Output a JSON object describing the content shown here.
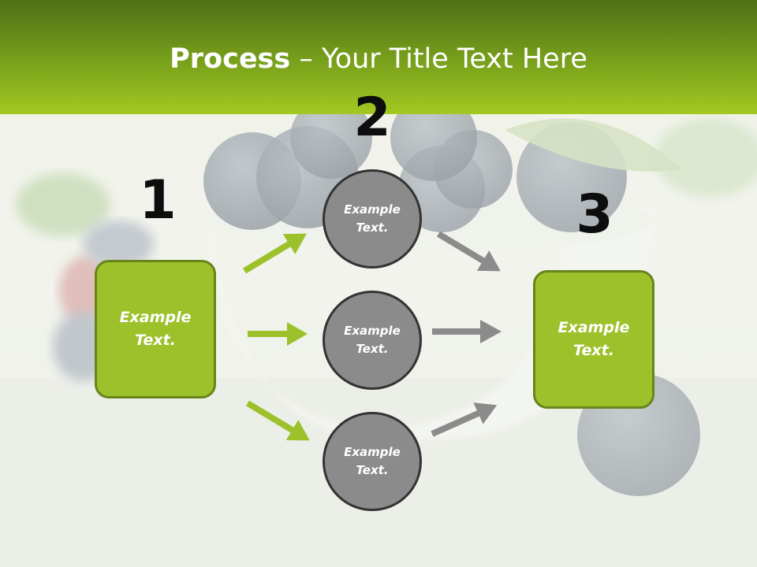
{
  "title": {
    "bold": "Process",
    "rest": " – Your Title Text Here"
  },
  "steps": {
    "one": "1",
    "two": "2",
    "three": "3"
  },
  "left_box": {
    "text": "Example Text."
  },
  "right_box": {
    "text": "Example Text."
  },
  "circles": [
    {
      "text": "Example Text."
    },
    {
      "text": "Example Text."
    },
    {
      "text": "Example Text."
    }
  ],
  "colors": {
    "header": "#7da61c",
    "box": "#9dc12a",
    "box_border": "#67851a",
    "circle": "#8b8b8b",
    "green_arrow": "#9dc12a",
    "gray_arrow": "#8b8b8b"
  }
}
